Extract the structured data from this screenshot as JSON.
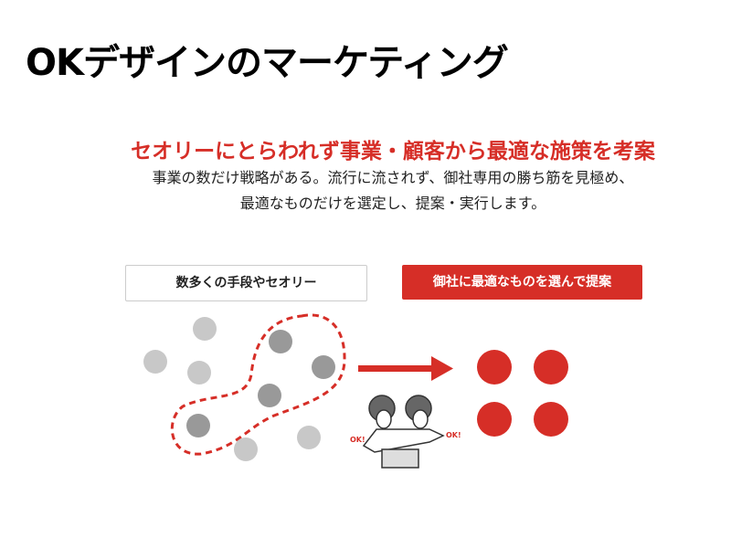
{
  "title": "OKデザインのマーケティング",
  "headline": "セオリーにとらわれず事業・顧客から最適な施策を考案",
  "body": [
    "事業の数だけ戦略がある。流行に流されず、御社専用の勝ち筋を見極め、",
    "最適なものだけを選定し、提案・実行します。"
  ],
  "diagram": {
    "left_label": "数多くの手段やセオリー",
    "right_label": "御社に最適なものを選んで提案",
    "ok_text": "OK!"
  },
  "colors": {
    "accent": "#d62e27",
    "light_gray": "#c8c8c8",
    "dark_gray": "#999999"
  }
}
